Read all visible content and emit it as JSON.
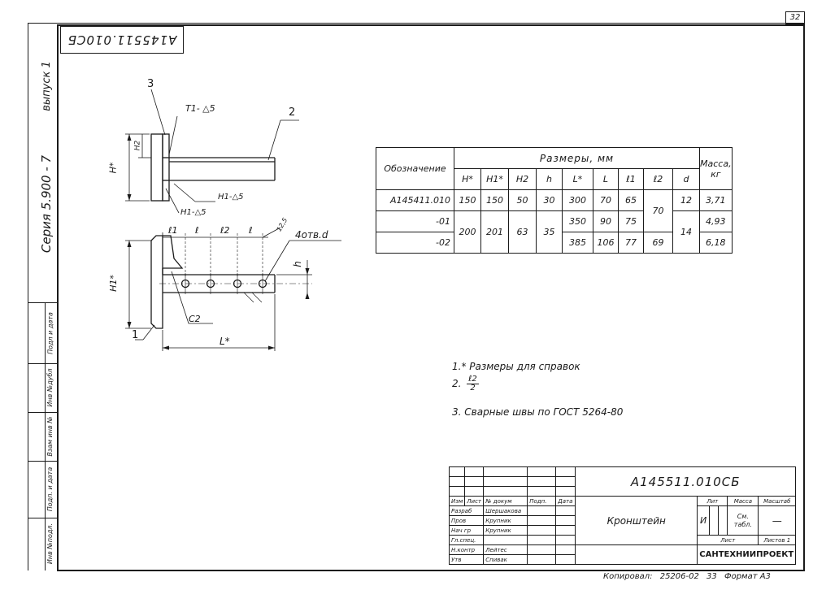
{
  "sheet_number": "32",
  "stamp_top": "A145511.010СБ",
  "side_margin": {
    "series": "Серия 5.900 - 7",
    "issue": "выпуск 1",
    "cells": [
      "Подл и дата",
      "Инв №дубл",
      "Взам инв №",
      "Подп. и дата",
      "Инв №подл."
    ]
  },
  "drawing": {
    "callouts": [
      "3",
      "2",
      "1"
    ],
    "labels": {
      "weld_t1": "Т1- △5",
      "weld_h1_right": "Н1-△5",
      "weld_h1_left": "Н1-△5",
      "dim_h_star": "Н*",
      "dim_h2": "Н2",
      "dim_h1_star": "Н1*",
      "dim_l1": "ℓ1",
      "dim_l_a": "ℓ",
      "dim_l2": "ℓ2",
      "dim_l_b": "ℓ",
      "dim_12_5": "12,5",
      "holes": "4отв.d",
      "dim_h": "h",
      "chamfer": "С2",
      "dim_l_star": "L*"
    }
  },
  "dims_table": {
    "header_designation": "Обозначение",
    "header_sizes": "Размеры, мм",
    "header_mass": "Масса, кг",
    "columns": [
      "Н*",
      "Н1*",
      "Н2",
      "h",
      "L*",
      "L",
      "ℓ1",
      "ℓ2",
      "d"
    ],
    "rows": [
      {
        "designation": "А145411.010",
        "H": "150",
        "H1": "150",
        "H2": "50",
        "h": "30",
        "Lstar": "300",
        "L": "70",
        "l1": "65",
        "l2": "70",
        "d": "12",
        "mass": "3,71"
      },
      {
        "designation": "-01",
        "H": "200",
        "H1": "201",
        "H2": "63",
        "h": "35",
        "Lstar": "350",
        "L": "90",
        "l1": "75",
        "l2": "",
        "d": "14",
        "mass": "4,93"
      },
      {
        "designation": "-02",
        "Lstar": "385",
        "L": "106",
        "l1": "77",
        "l2": "69",
        "mass": "6,18"
      }
    ]
  },
  "notes": {
    "n1": "1.* Размеры для справок",
    "n2_prefix": "2.",
    "n2_frac_top": "ℓ2",
    "n2_frac_bot": "2",
    "n3": "3. Сварные швы по ГОСТ 5264-80"
  },
  "title_block": {
    "doc_code": "А145511.010СБ",
    "name": "Кронштейн",
    "header_cells": [
      "Изм",
      "Лист",
      "№ докум",
      "Подп.",
      "Дата"
    ],
    "roles": [
      "Разраб",
      "Пров",
      "Нач гр",
      "Гл.спец.",
      "Н.контр",
      "Утв"
    ],
    "names": [
      "Шершакова",
      "Крупник",
      "Крупник",
      "",
      "Лейтес",
      "Спивак"
    ],
    "lit_label": "Лит",
    "lit_value": "И",
    "mass_label": "Масса",
    "mass_value": "См. табл.",
    "scale_label": "Масштаб",
    "scale_value": "—",
    "sheet_label": "Лист",
    "sheets_label": "Листов 1",
    "org": "САНТЕХНИИПРОЕКТ"
  },
  "footer": {
    "copied": "Копировал:",
    "copy_no": "25206-02",
    "copy_sheet": "33",
    "format": "Формат А3"
  }
}
